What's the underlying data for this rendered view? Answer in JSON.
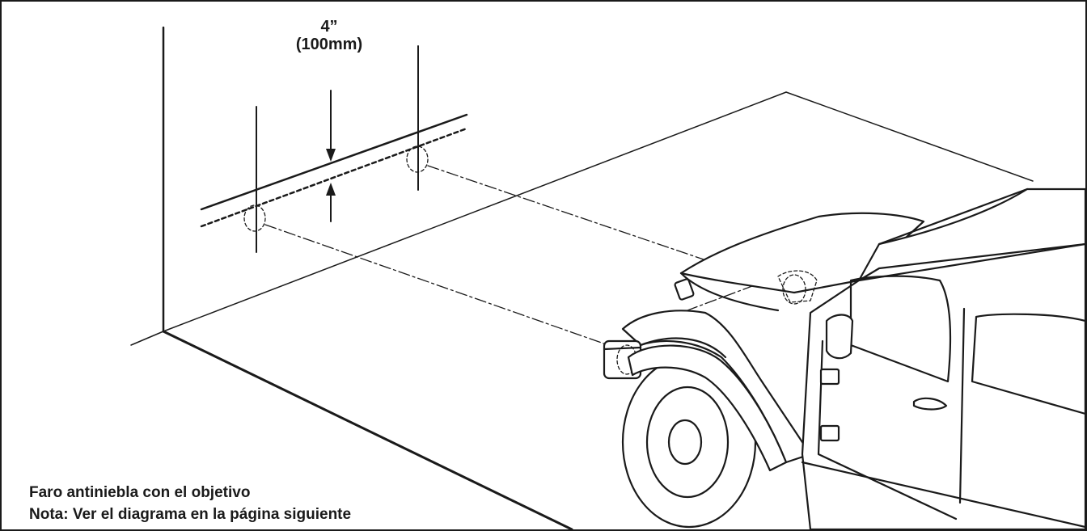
{
  "measurement": {
    "imperial": "4”",
    "metric": "(100mm)"
  },
  "caption": {
    "line1": "Faro antiniebla con el objetivo",
    "line2": "Nota: Ver el diagrama en la página siguiente"
  },
  "colors": {
    "ink": "#1a1a1a",
    "background": "#ffffff"
  }
}
